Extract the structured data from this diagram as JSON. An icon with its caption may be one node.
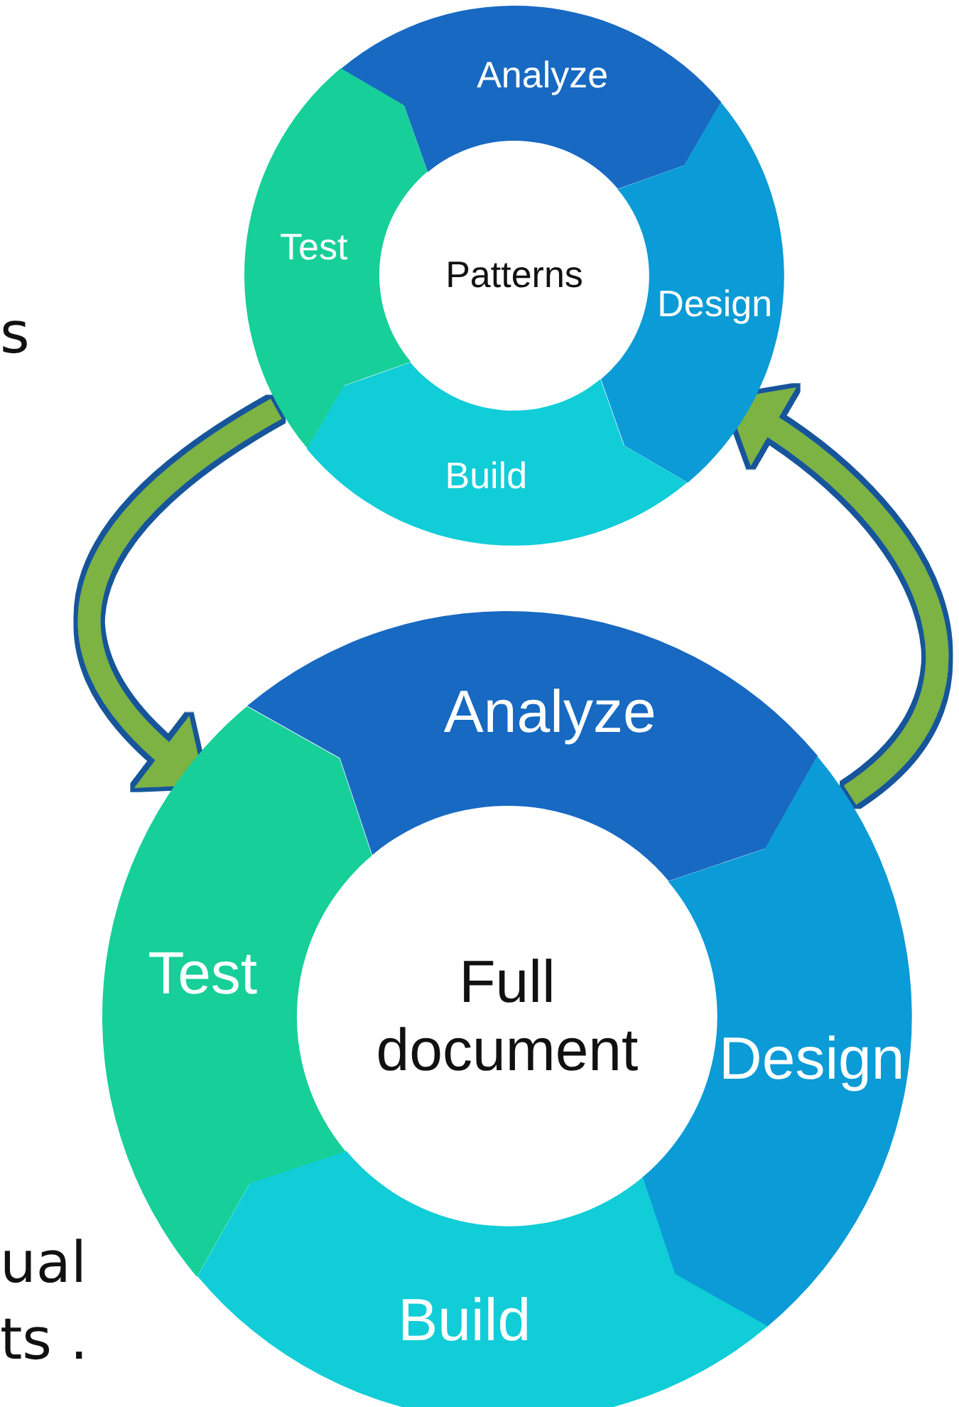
{
  "diagram": {
    "nodes": [
      {
        "text": [
          "Analyze"
        ]
      },
      {
        "text": [
          "Test"
        ]
      },
      {
        "text": [
          "Patterns"
        ]
      },
      {
        "text": [
          "Design"
        ]
      },
      {
        "text": [
          "Build"
        ]
      },
      {
        "text": [
          "Analyze"
        ]
      },
      {
        "text": [
          "Test"
        ]
      },
      {
        "text": [
          "Full document"
        ]
      },
      {
        "text": [
          "Design"
        ]
      },
      {
        "text": [
          "Build"
        ]
      }
    ],
    "edges": [
      {
        "from": 1,
        "to": 6,
        "arrow": "to"
      },
      {
        "from": 8,
        "to": 3,
        "arrow": "to"
      }
    ],
    "labels": [
      "s",
      "ual",
      "ts ."
    ]
  }
}
